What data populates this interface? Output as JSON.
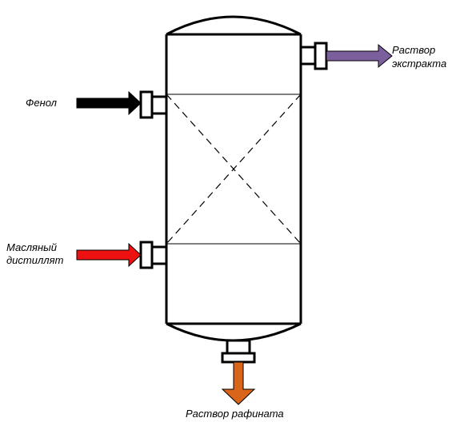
{
  "diagram": {
    "labels": {
      "phenol": "Фенол",
      "oil_distillate_line1": "Масляный",
      "oil_distillate_line2": "дистиллят",
      "extract_solution_line1": "Раствор",
      "extract_solution_line2": "экстракта",
      "raffinate_solution": "Раствор рафината"
    },
    "colors": {
      "phenol_arrow": "#000000",
      "distillate_arrow": "#ee1111",
      "extract_arrow": "#7b5e9c",
      "raffinate_arrow": "#d9651b",
      "vessel_stroke": "#000000",
      "background": "#ffffff"
    }
  }
}
